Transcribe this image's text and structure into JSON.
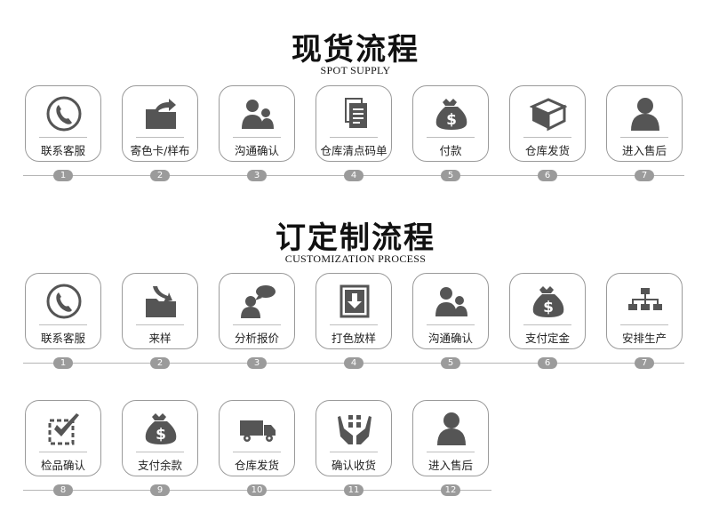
{
  "spot": {
    "title": "现货流程",
    "subtitle": "SPOT SUPPLY",
    "steps": [
      {
        "num": "1",
        "label": "联系客服",
        "icon": "phone-icon"
      },
      {
        "num": "2",
        "label": "寄色卡/样布",
        "icon": "folder-share-icon"
      },
      {
        "num": "3",
        "label": "沟通确认",
        "icon": "people-icon"
      },
      {
        "num": "4",
        "label": "仓库清点码单",
        "icon": "documents-icon"
      },
      {
        "num": "5",
        "label": "付款",
        "icon": "money-bag-icon"
      },
      {
        "num": "6",
        "label": "仓库发货",
        "icon": "box-icon"
      },
      {
        "num": "7",
        "label": "进入售后",
        "icon": "person-icon"
      }
    ]
  },
  "custom": {
    "title": "订定制流程",
    "subtitle": "CUSTOMIZATION PROCESS",
    "steps": [
      {
        "num": "1",
        "label": "联系客服",
        "icon": "phone-icon"
      },
      {
        "num": "2",
        "label": "来样",
        "icon": "folder-arrow-icon"
      },
      {
        "num": "3",
        "label": "分析报价",
        "icon": "person-chat-icon"
      },
      {
        "num": "4",
        "label": "打色放样",
        "icon": "download-box-icon"
      },
      {
        "num": "5",
        "label": "沟通确认",
        "icon": "people-icon"
      },
      {
        "num": "6",
        "label": "支付定金",
        "icon": "money-bag-icon"
      },
      {
        "num": "7",
        "label": "安排生产",
        "icon": "org-chart-icon"
      },
      {
        "num": "8",
        "label": "检品确认",
        "icon": "checkbox-icon"
      },
      {
        "num": "9",
        "label": "支付余款",
        "icon": "money-bag-icon"
      },
      {
        "num": "10",
        "label": "仓库发货",
        "icon": "truck-icon"
      },
      {
        "num": "11",
        "label": "确认收货",
        "icon": "hands-box-icon"
      },
      {
        "num": "12",
        "label": "进入售后",
        "icon": "person-icon"
      }
    ]
  },
  "colors": {
    "icon": "#555555",
    "border": "#9a9a9a",
    "badge": "#9b9b9b",
    "text": "#222222"
  }
}
